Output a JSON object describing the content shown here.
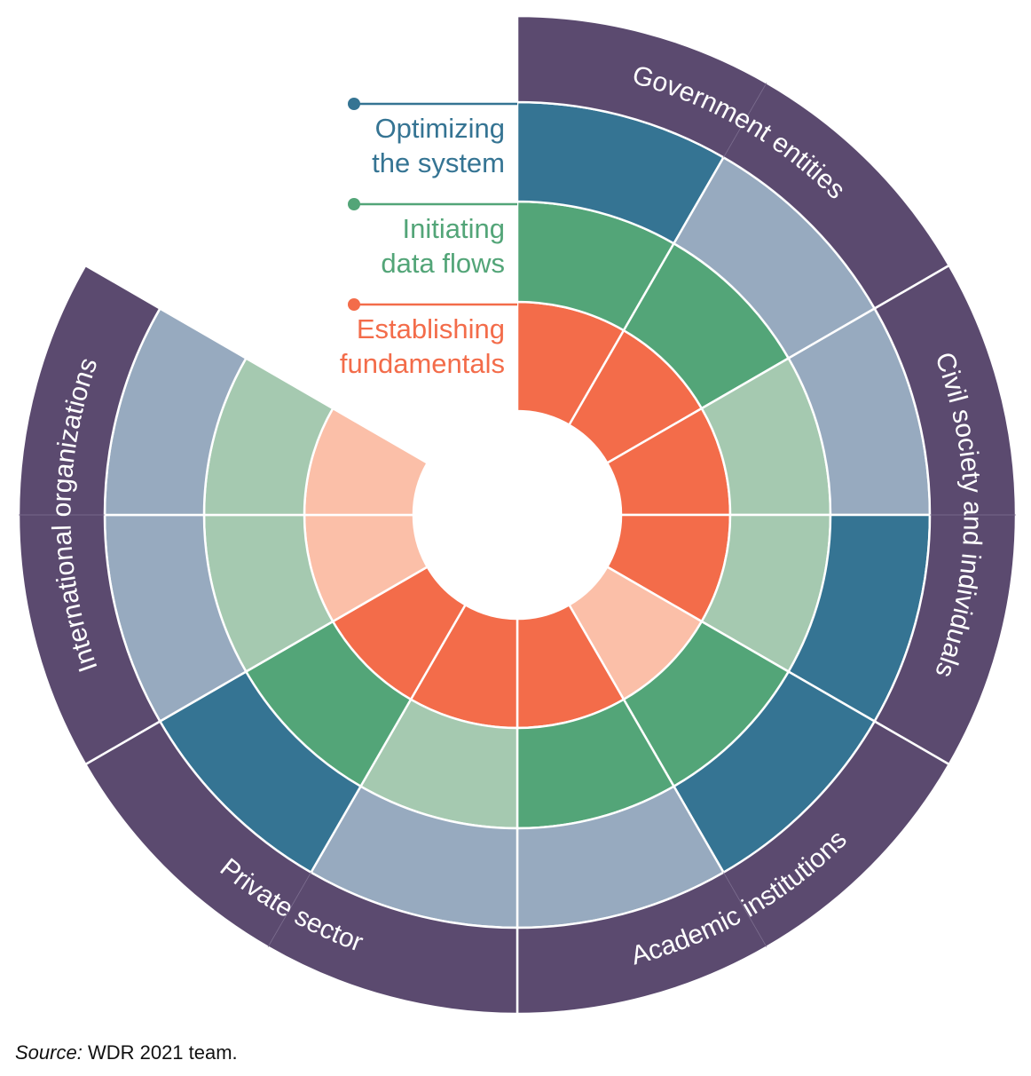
{
  "chart_data": {
    "type": "radial-sector-diagram",
    "title": "",
    "rings": [
      {
        "key": "fundamentals",
        "name": "Establishing fundamentals",
        "dark": "#f36c4a",
        "light": "#fbbfa8"
      },
      {
        "key": "flows",
        "name": "Initiating data flows",
        "dark": "#53a578",
        "light": "#a5c9b0"
      },
      {
        "key": "optimizing",
        "name": "Optimizing the system",
        "dark": "#357493",
        "light": "#97aabf"
      }
    ],
    "groups": [
      {
        "name": "Government entities",
        "sectors": [
          {
            "fundamentals": "dark",
            "flows": "dark",
            "optimizing": "dark"
          },
          {
            "fundamentals": "dark",
            "flows": "dark",
            "optimizing": "light"
          }
        ]
      },
      {
        "name": "Civil society and individuals",
        "sectors": [
          {
            "fundamentals": "dark",
            "flows": "light",
            "optimizing": "light"
          },
          {
            "fundamentals": "dark",
            "flows": "light",
            "optimizing": "dark"
          }
        ]
      },
      {
        "name": "Academic institutions",
        "sectors": [
          {
            "fundamentals": "light",
            "flows": "dark",
            "optimizing": "dark"
          },
          {
            "fundamentals": "dark",
            "flows": "dark",
            "optimizing": "light"
          }
        ]
      },
      {
        "name": "Private sector",
        "sectors": [
          {
            "fundamentals": "dark",
            "flows": "light",
            "optimizing": "light"
          },
          {
            "fundamentals": "dark",
            "flows": "dark",
            "optimizing": "dark"
          }
        ]
      },
      {
        "name": "International organizations",
        "sectors": [
          {
            "fundamentals": "light",
            "flows": "light",
            "optimizing": "light"
          },
          {
            "fundamentals": "light",
            "flows": "light",
            "optimizing": "light"
          }
        ]
      }
    ],
    "legend": [
      {
        "lines": [
          "Optimizing",
          "the system"
        ],
        "color": "#357493"
      },
      {
        "lines": [
          "Initiating",
          "data flows"
        ],
        "color": "#53a578"
      },
      {
        "lines": [
          "Establishing",
          "fundamentals"
        ],
        "color": "#f36c4a"
      }
    ],
    "group_band_color": "#5b4a6f"
  },
  "source": {
    "label": "Source:",
    "text": " WDR 2021 team."
  }
}
